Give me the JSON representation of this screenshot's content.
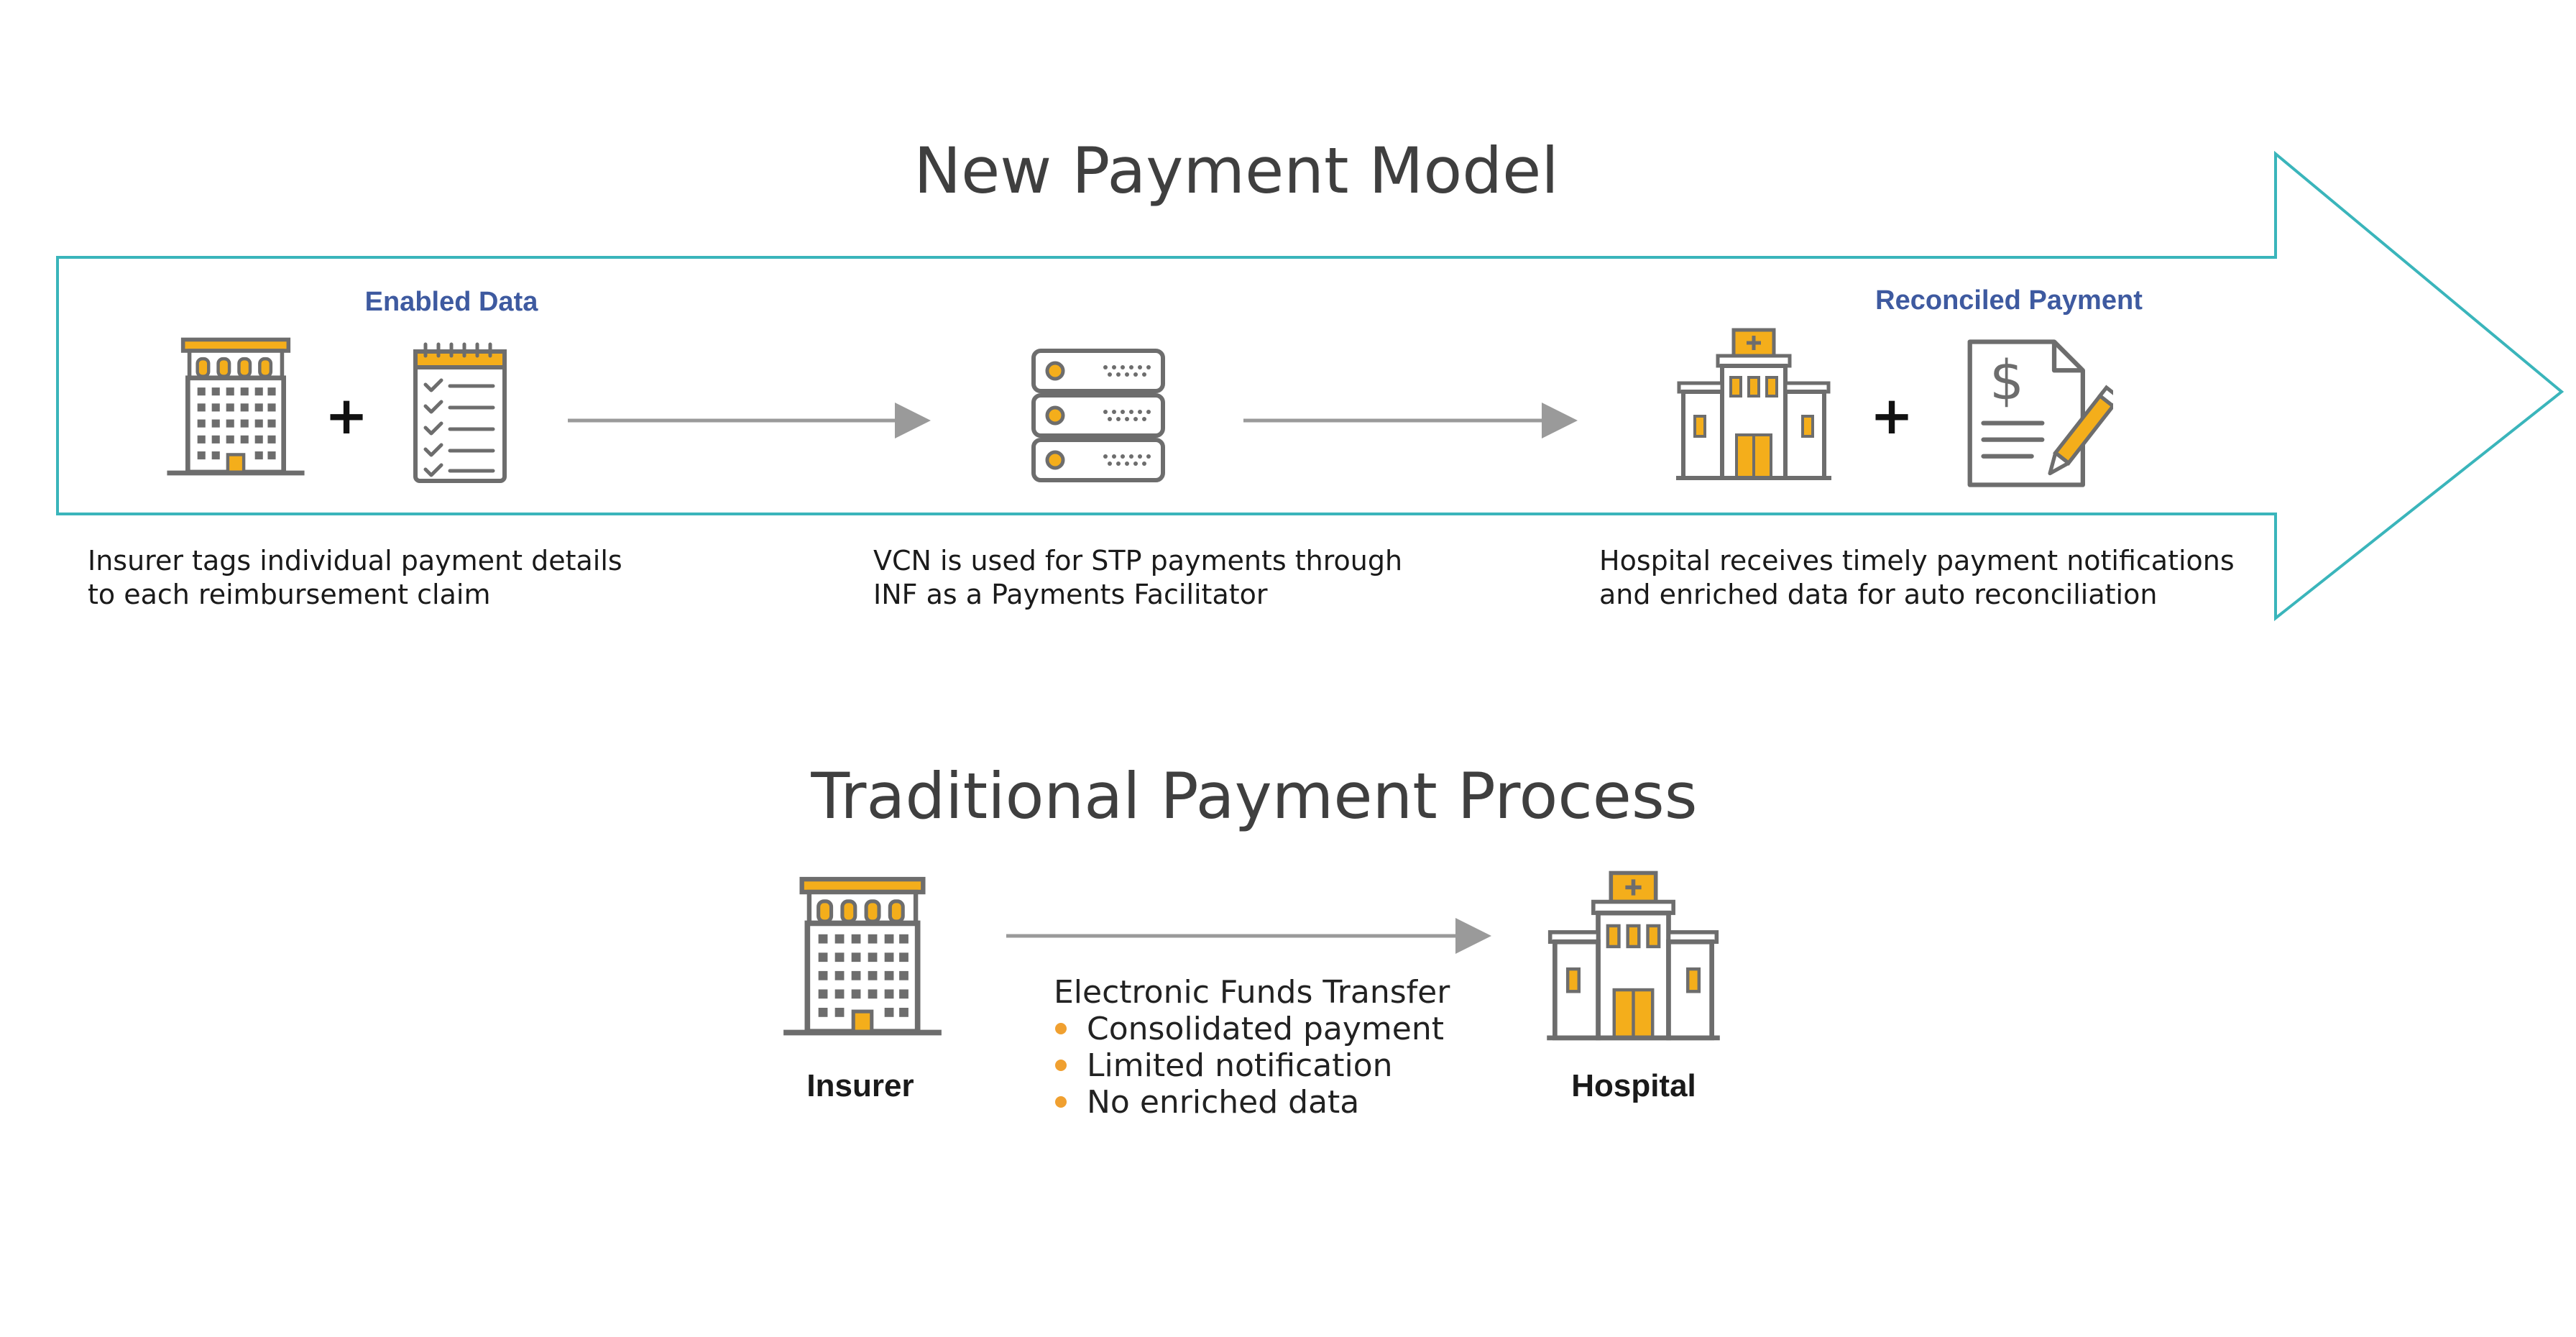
{
  "new_model": {
    "title": "New Payment Model",
    "enabled_data_label": "Enabled Data",
    "reconciled_payment_label": "Reconciled Payment",
    "plus_symbol": "+",
    "step1_desc": [
      "Insurer tags individual payment details",
      "to each reimbursement claim"
    ],
    "step2_desc": [
      "VCN is used for STP payments through",
      "INF as a Payments Facilitator"
    ],
    "step3_desc": [
      "Hospital receives timely payment notifications",
      "and enriched data for auto reconciliation"
    ]
  },
  "traditional": {
    "title": "Traditional Payment Process",
    "insurer_label": "Insurer",
    "hospital_label": "Hospital",
    "transfer_heading": "Electronic Funds Transfer",
    "bullets": [
      "Consolidated payment",
      "Limited notification",
      "No enriched data"
    ]
  },
  "colors": {
    "accent_teal": "#3ab5bb",
    "icon_orange": "#f4ae1b",
    "icon_gray": "#6d6d6d",
    "label_blue": "#3e5aa0",
    "bullet_orange": "#f0a030",
    "arrow_gray": "#9a9a9a"
  },
  "icons": [
    "office-building-icon",
    "checklist-icon",
    "server-icon",
    "hospital-icon",
    "invoice-pen-icon"
  ]
}
